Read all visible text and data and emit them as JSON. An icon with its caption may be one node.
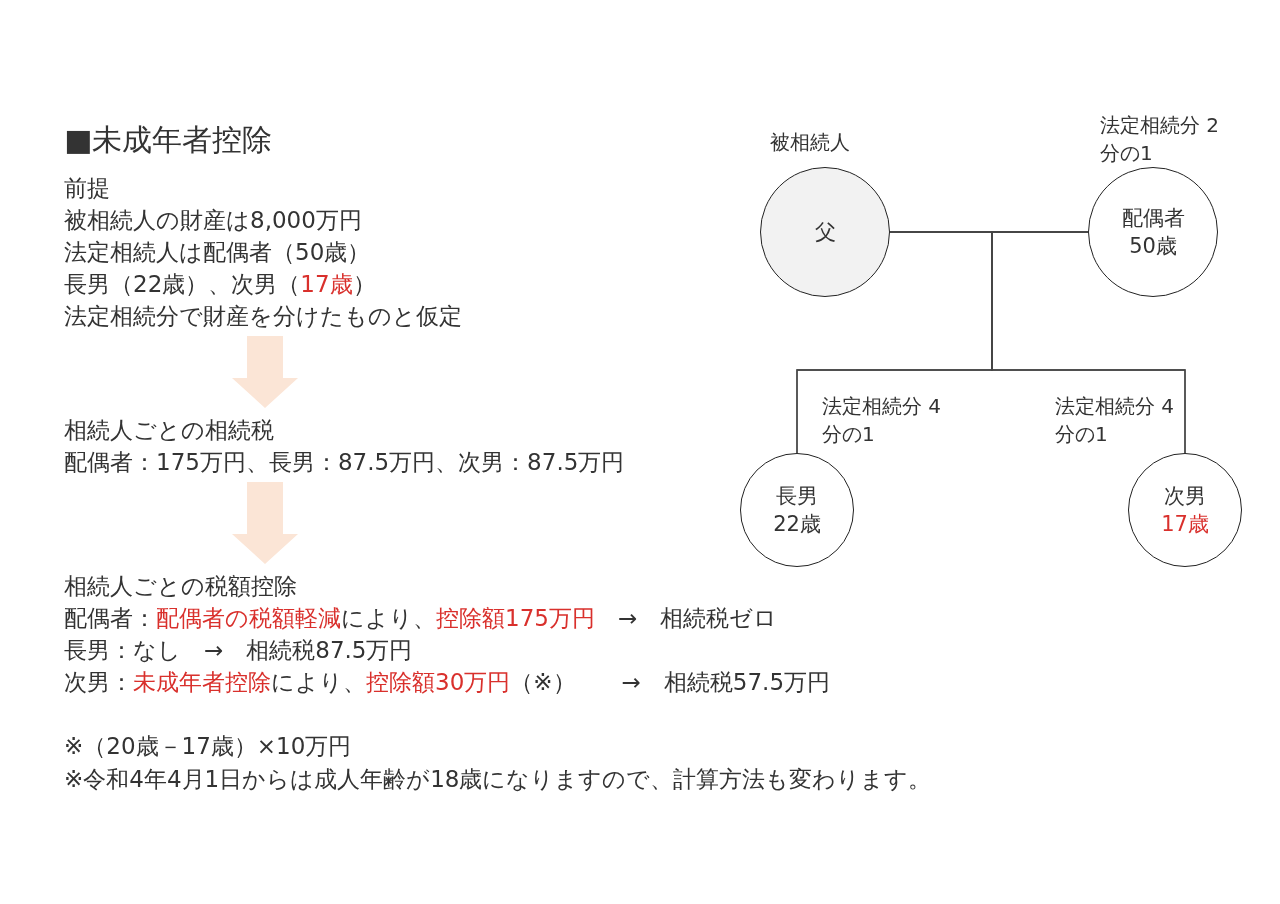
{
  "diagram": {
    "title": "■未成年者控除",
    "nodes": [
      {
        "text": [
          "前提",
          "被相続人の財産は8,000万円",
          "法定相続人は配偶者（50歳）",
          "長男（22歳）、次男（**17歳**）",
          "法定相続分で財産を分けたものと仮定"
        ]
      },
      {
        "text": [
          "相続人ごとの相続税",
          "配偶者：175万円、長男：87.5万円、次男：87.5万円"
        ]
      },
      {
        "text": [
          "相続人ごとの税額控除",
          "配偶者：**配偶者の税額軽減**により、**控除額175万円**　→　相続税ゼロ",
          "長男：なし　→　相続税87.5万円",
          "次男：**未成年者控除**により、**控除額30万円**（※）　　→　相続税57.5万円"
        ]
      },
      {
        "text": [
          "父"
        ],
        "beside": [
          "被相続人"
        ]
      },
      {
        "text": [
          "配偶者",
          "50歳"
        ],
        "beside": [
          "法定相続分 2分の1"
        ]
      },
      {
        "text": [
          "長男",
          "22歳"
        ],
        "beside": [
          "法定相続分 4分の1"
        ]
      },
      {
        "text": [
          "次男",
          "**17歳**"
        ],
        "beside": [
          "法定相続分 4分の1"
        ]
      }
    ],
    "edges": [
      {
        "from": 0,
        "to": 1,
        "arrow": "to",
        "style": "thick",
        "color": "#fbe5d6"
      },
      {
        "from": 1,
        "to": 2,
        "arrow": "to",
        "style": "thick",
        "color": "#fbe5d6"
      },
      {
        "from": 3,
        "to": 4,
        "arrow": "none"
      },
      {
        "from": 3,
        "to": 5,
        "arrow": "none"
      },
      {
        "from": 4,
        "to": 5,
        "arrow": "none"
      },
      {
        "from": 3,
        "to": 6,
        "arrow": "none"
      },
      {
        "from": 4,
        "to": 6,
        "arrow": "none"
      }
    ],
    "labels": [
      "※（20歳－17歳）×10万円",
      "※令和4年4月1日からは成人年齢が18歳になりますので、計算方法も変わります。"
    ]
  }
}
